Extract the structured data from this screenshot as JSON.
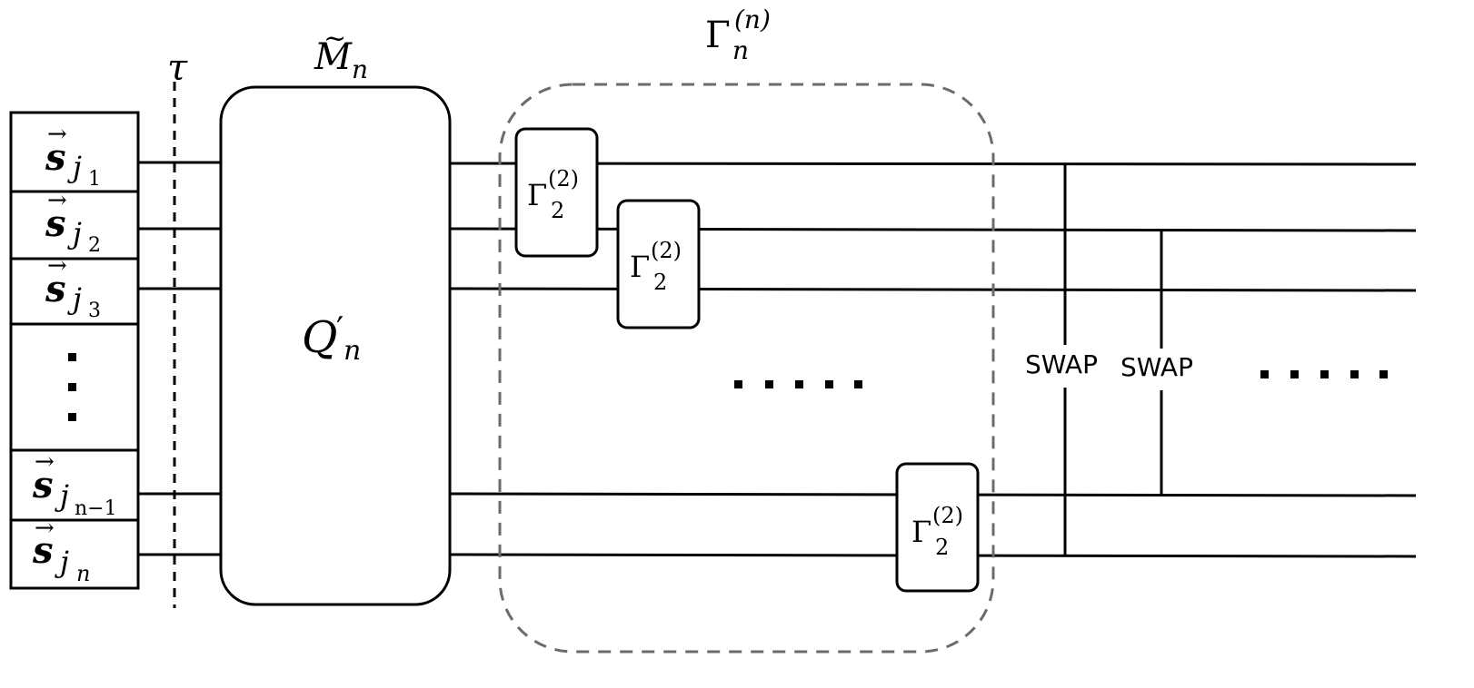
{
  "labels": {
    "tau": "τ",
    "m_base": "M",
    "m_tilde": "~",
    "m_sub": "n",
    "q_base": "Q",
    "q_prime": "′",
    "q_sub": "n",
    "gamma_n_base": "Γ",
    "gamma_n_sup": "(n)",
    "gamma_n_sub": "n",
    "gamma2_base": "Γ",
    "gamma2_sup": "(2)",
    "gamma2_sub": "2",
    "swap_1": "SWAP",
    "swap_2": "SWAP"
  },
  "inputs": [
    {
      "base": "s",
      "sub_base": "j",
      "sub_index": "1"
    },
    {
      "base": "s",
      "sub_base": "j",
      "sub_index": "2"
    },
    {
      "base": "s",
      "sub_base": "j",
      "sub_index": "3"
    },
    {
      "base": "s",
      "sub_base": "j",
      "sub_index": "n−1"
    },
    {
      "base": "s",
      "sub_base": "j",
      "sub_index": "n"
    }
  ],
  "colors": {
    "line": "#000000",
    "group_border": "#6b6b6b"
  }
}
